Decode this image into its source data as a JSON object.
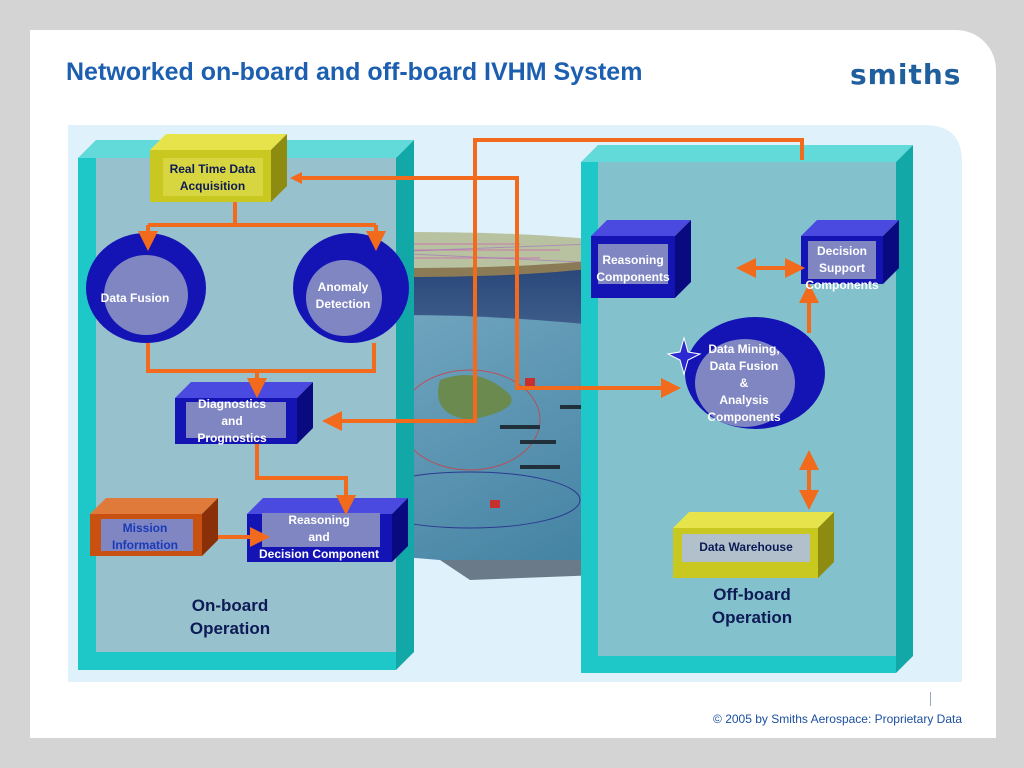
{
  "slide": {
    "title": "Networked on-board and off-board IVHM System",
    "logo_text": "smiths",
    "footer": "© 2005 by Smiths Aerospace: Proprietary Data"
  },
  "onboard": {
    "panel_label_1": "On-board",
    "panel_label_2": "Operation",
    "real_time_1": "Real Time Data",
    "real_time_2": "Acquisition",
    "data_fusion": "Data Fusion",
    "anomaly_1": "Anomaly",
    "anomaly_2": "Detection",
    "diag_1": "Diagnostics",
    "diag_2": "and",
    "diag_3": "Prognostics",
    "mission_1": "Mission",
    "mission_2": "Information",
    "reasoning_1": "Reasoning",
    "reasoning_2": "and",
    "reasoning_3": "Decision Component"
  },
  "offboard": {
    "panel_label_1": "Off-board",
    "panel_label_2": "Operation",
    "reasoning_1": "Reasoning",
    "reasoning_2": "Components",
    "decision_1": "Decision",
    "decision_2": "Support",
    "decision_3": "Components",
    "mining_1": "Data Mining,",
    "mining_2": "Data Fusion",
    "mining_3": "&",
    "mining_4": "Analysis",
    "mining_5": "Components",
    "warehouse": "Data Warehouse"
  },
  "colors": {
    "arrow": "#f26a1b",
    "panel_frame": "#1ec8c8",
    "panel_fill": "#aebfcf",
    "blue_box": "#1414b4",
    "yellow_box": "#c9c820",
    "orange_box": "#c85010"
  }
}
